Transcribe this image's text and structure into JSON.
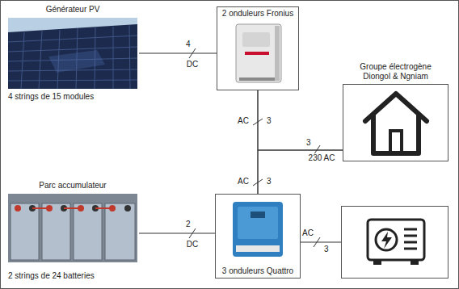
{
  "diagram": {
    "nodes": [
      {
        "text": [
          "Générateur PV",
          "4 strings de 15 modules"
        ]
      },
      {
        "text": [
          "2 onduleurs Fronius"
        ]
      },
      {
        "text": [
          "Groupe électrogène Diongol & Ngniam"
        ]
      },
      {
        "text": [
          "Parc accumulateur",
          "2 strings de 24 batteries"
        ]
      },
      {
        "text": [
          "3 onduleurs Quattro"
        ]
      }
    ],
    "edges": [
      {
        "from": 0,
        "to": 1,
        "arrow": "none",
        "label": "DC"
      },
      {
        "from": 1,
        "to": 2,
        "arrow": "none",
        "label": "230 AC"
      },
      {
        "from": 1,
        "to": 4,
        "arrow": "none"
      },
      {
        "from": 4,
        "to": 2,
        "arrow": "none"
      },
      {
        "from": 3,
        "to": 4,
        "arrow": "none",
        "label": "DC"
      }
    ],
    "labels": [
      "4",
      "AC",
      "3",
      "3",
      "AC",
      "3",
      "2",
      "AC",
      "3"
    ]
  }
}
